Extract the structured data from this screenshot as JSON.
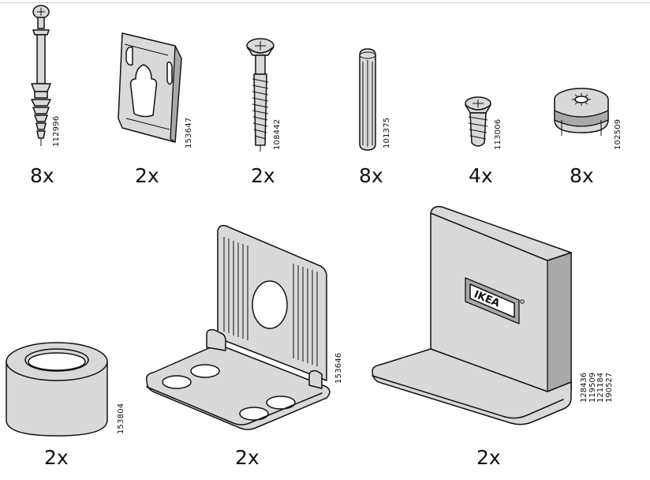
{
  "parts": [
    {
      "id": "cam-dowel",
      "code": "112996",
      "quantity": "8x"
    },
    {
      "id": "bracket-plate",
      "code": "153647",
      "quantity": "2x"
    },
    {
      "id": "long-screw",
      "code": "108442",
      "quantity": "2x"
    },
    {
      "id": "wood-dowel",
      "code": "101375",
      "quantity": "8x"
    },
    {
      "id": "short-screw",
      "code": "113006",
      "quantity": "4x"
    },
    {
      "id": "cam-lock",
      "code": "102509",
      "quantity": "8x"
    },
    {
      "id": "foot-cap",
      "code": "153804",
      "quantity": "2x"
    },
    {
      "id": "angle-bracket",
      "code": "153646",
      "quantity": "2x"
    },
    {
      "id": "ikea-shelf-bracket",
      "codes": [
        "128436",
        "119509",
        "121184",
        "190527"
      ],
      "quantity": "2x",
      "logo_text": "IKEA"
    }
  ],
  "colors": {
    "fill": "#d9d9d9",
    "shade": "#a9a9a9",
    "outline": "#111111"
  }
}
